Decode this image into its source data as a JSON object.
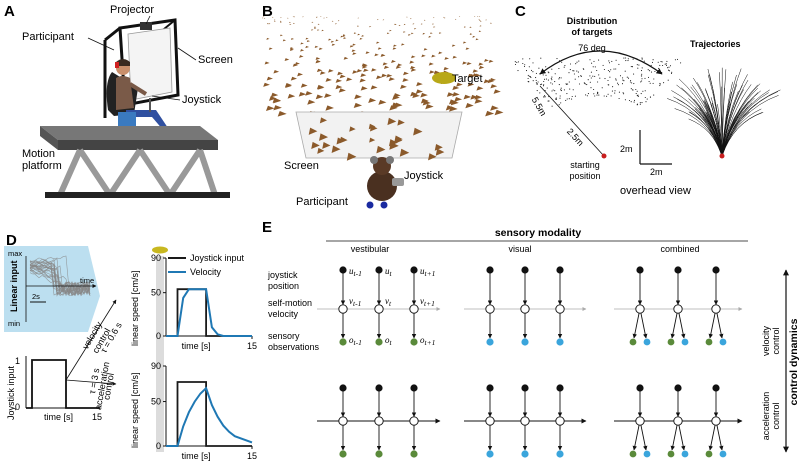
{
  "panels": {
    "a": "A",
    "b": "B",
    "c": "C",
    "d": "D",
    "e": "E"
  },
  "panel_a": {
    "projector": "Projector",
    "participant": "Participant",
    "screen": "Screen",
    "joystick": "Joystick",
    "motion": "Motion",
    "platform": "platform"
  },
  "panel_b": {
    "target": "Target",
    "screen": "Screen",
    "joystick": "Joystick",
    "participant": "Participant"
  },
  "panel_c": {
    "title_line1": "Distribution",
    "title_line2": "of targets",
    "angle": "76 deg",
    "far": "5.5m",
    "near": "2.5m",
    "start_line1": "starting",
    "start_line2": "position",
    "scale_v": "2m",
    "scale_h": "2m",
    "trajectories": "Trajectories",
    "overhead": "overhead view"
  },
  "panel_d": {
    "inset": {
      "max": "max",
      "min": "min",
      "title": "Linear input",
      "time": "time",
      "scale": "2s"
    },
    "velocity_control_line1": "velocity",
    "velocity_control_line2": "control",
    "tau_velocity": "τ = 0.6 s",
    "tau_accel": "τ = 3 s",
    "accel_control_line1": "acceleration",
    "accel_control_line2": "control",
    "joystick_input": "Joystick input",
    "y0": "0",
    "y1": "1",
    "xlabel": "time [s]",
    "x15": "15",
    "chart_ylabel": "linear speed [cm/s]",
    "y90": "90",
    "y50": "50",
    "y0b": "0",
    "chart_x15": "15"
  },
  "chart_data": [
    {
      "type": "line",
      "title": "",
      "xlabel": "time [s]",
      "ylabel": "linear speed [cm/s]",
      "x_ticks": [
        "15"
      ],
      "y_ticks": [
        "90",
        "50",
        "0"
      ],
      "xlim": [
        0,
        15
      ],
      "ylim": [
        0,
        90
      ],
      "legend_position": "top",
      "series": [
        {
          "name": "Joystick input",
          "color": "#1a1a1a",
          "x": [
            0,
            2,
            2,
            7,
            7,
            15
          ],
          "y": [
            0,
            0,
            54,
            54,
            0,
            0
          ]
        },
        {
          "name": "Velocity",
          "color": "#1f78b4",
          "x": [
            0,
            2,
            3,
            4,
            7,
            8,
            9,
            10,
            15
          ],
          "y": [
            0,
            0,
            44,
            54,
            54,
            10,
            2,
            0,
            0
          ]
        }
      ]
    },
    {
      "type": "line",
      "title": "",
      "xlabel": "time [s]",
      "ylabel": "linear speed [cm/s]",
      "x_ticks": [
        "15"
      ],
      "y_ticks": [
        "90",
        "50",
        "0"
      ],
      "xlim": [
        0,
        15
      ],
      "ylim": [
        0,
        90
      ],
      "series": [
        {
          "name": "Joystick input",
          "color": "#1a1a1a",
          "x": [
            0,
            2,
            2,
            7,
            7,
            15
          ],
          "y": [
            0,
            0,
            72,
            72,
            0,
            0
          ]
        },
        {
          "name": "Velocity",
          "color": "#1f78b4",
          "x": [
            0,
            2,
            3,
            4,
            5,
            6,
            7,
            8,
            9,
            10,
            11,
            12,
            15
          ],
          "y": [
            0,
            0,
            22,
            38,
            50,
            59,
            65,
            46,
            33,
            23,
            16,
            11,
            4
          ]
        }
      ]
    }
  ],
  "panel_e": {
    "header": "sensory modality",
    "vestibular": "vestibular",
    "visual": "visual",
    "combined": "combined",
    "row_joy_1": "joystick",
    "row_joy_2": "position",
    "row_self_1": "self-motion",
    "row_self_2": "velocity",
    "row_obs_1": "sensory",
    "row_obs_2": "observations",
    "u_prev": "u",
    "u_prev_sub": "t-1",
    "u_cur": "u",
    "u_cur_sub": "t",
    "u_next": "u",
    "u_next_sub": "t+1",
    "v_prev": "v",
    "v_prev_sub": "t-1",
    "v_cur": "v",
    "v_cur_sub": "t",
    "v_next": "v",
    "v_next_sub": "t+1",
    "o_prev": "o",
    "o_prev_sub": "t-1",
    "o_cur": "o",
    "o_cur_sub": "t",
    "o_next": "o",
    "o_next_sub": "t+1",
    "velocity_control_1": "velocity",
    "velocity_control_2": "control",
    "accel_control_1": "acceleration",
    "accel_control_2": "control",
    "control_dynamics": "control dynamics"
  },
  "colors": {
    "vestibular_dot": "#5a8a3a",
    "visual_dot": "#3aa5dc",
    "velocity_line": "#1f78b4",
    "inset_bg": "#bcdff0",
    "target": "#b8a818",
    "triangle": "#8b5a2b"
  }
}
